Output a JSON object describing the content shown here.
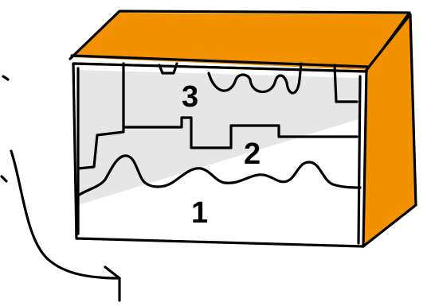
{
  "diagram": {
    "layers": [
      {
        "id": "layer-1",
        "label": "1"
      },
      {
        "id": "layer-2",
        "label": "2"
      },
      {
        "id": "layer-3",
        "label": "3"
      }
    ],
    "colors": {
      "accent": "#F39200",
      "outline": "#000000",
      "shade": "#E6E6E6",
      "background": "#FFFFFF"
    },
    "icons": [
      "curved-arrow-icon"
    ]
  }
}
